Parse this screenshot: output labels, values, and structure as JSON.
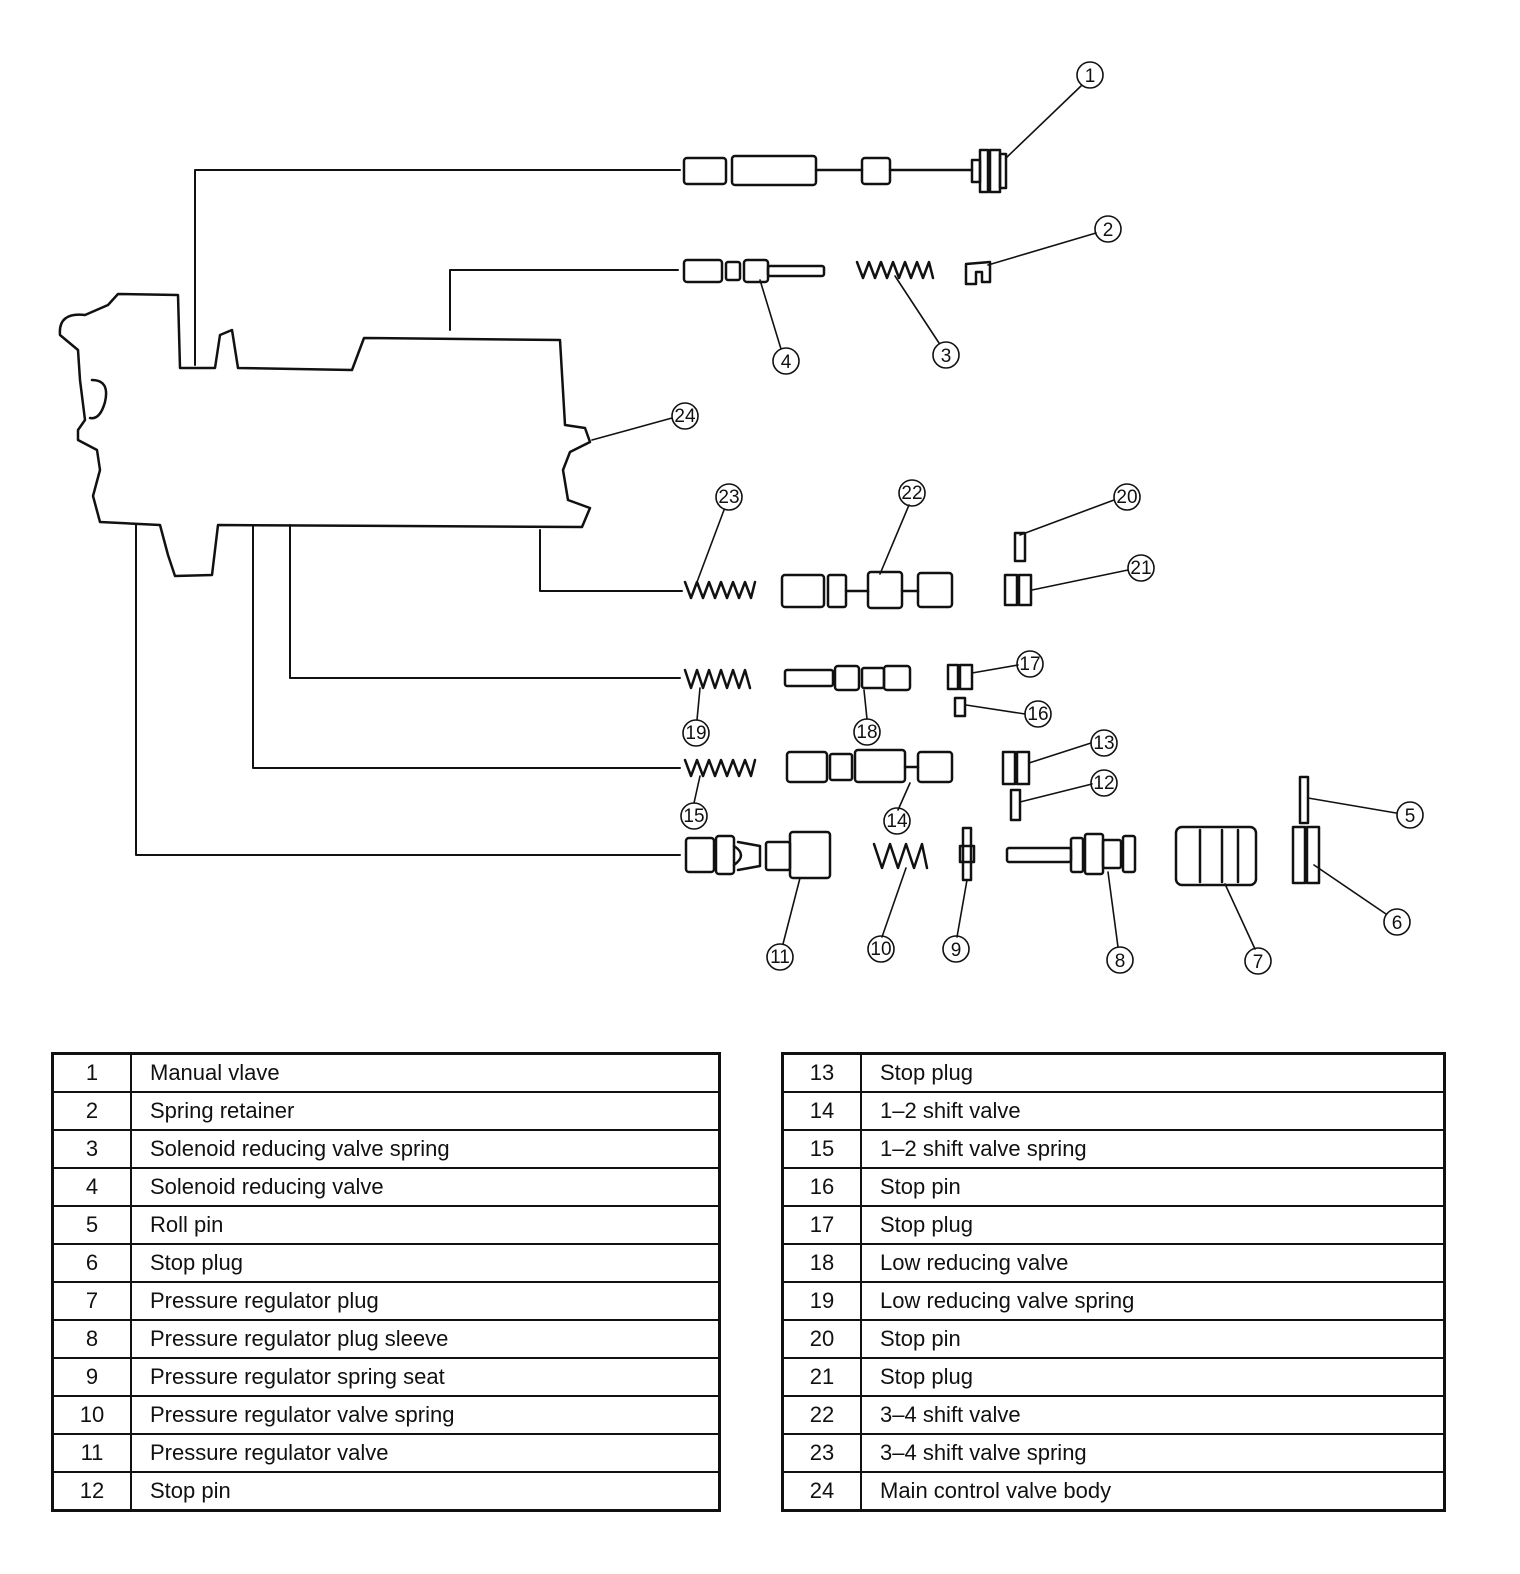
{
  "callouts": [
    "1",
    "2",
    "3",
    "4",
    "5",
    "6",
    "7",
    "8",
    "9",
    "10",
    "11",
    "12",
    "13",
    "14",
    "15",
    "16",
    "17",
    "18",
    "19",
    "20",
    "21",
    "22",
    "23",
    "24"
  ],
  "parts_left": [
    {
      "num": "1",
      "name": "Manual vlave"
    },
    {
      "num": "2",
      "name": "Spring retainer"
    },
    {
      "num": "3",
      "name": "Solenoid reducing valve spring"
    },
    {
      "num": "4",
      "name": "Solenoid reducing valve"
    },
    {
      "num": "5",
      "name": "Roll pin"
    },
    {
      "num": "6",
      "name": "Stop plug"
    },
    {
      "num": "7",
      "name": "Pressure regulator plug"
    },
    {
      "num": "8",
      "name": "Pressure regulator plug sleeve"
    },
    {
      "num": "9",
      "name": "Pressure regulator spring seat"
    },
    {
      "num": "10",
      "name": "Pressure regulator valve spring"
    },
    {
      "num": "11",
      "name": "Pressure regulator valve"
    },
    {
      "num": "12",
      "name": "Stop pin"
    }
  ],
  "parts_right": [
    {
      "num": "13",
      "name": "Stop plug"
    },
    {
      "num": "14",
      "name": "1–2 shift valve"
    },
    {
      "num": "15",
      "name": "1–2 shift valve spring"
    },
    {
      "num": "16",
      "name": "Stop pin"
    },
    {
      "num": "17",
      "name": "Stop plug"
    },
    {
      "num": "18",
      "name": "Low reducing valve"
    },
    {
      "num": "19",
      "name": "Low reducing valve spring"
    },
    {
      "num": "20",
      "name": "Stop pin"
    },
    {
      "num": "21",
      "name": "Stop plug"
    },
    {
      "num": "22",
      "name": "3–4 shift valve"
    },
    {
      "num": "23",
      "name": "3–4 shift valve spring"
    },
    {
      "num": "24",
      "name": "Main control valve body"
    }
  ]
}
